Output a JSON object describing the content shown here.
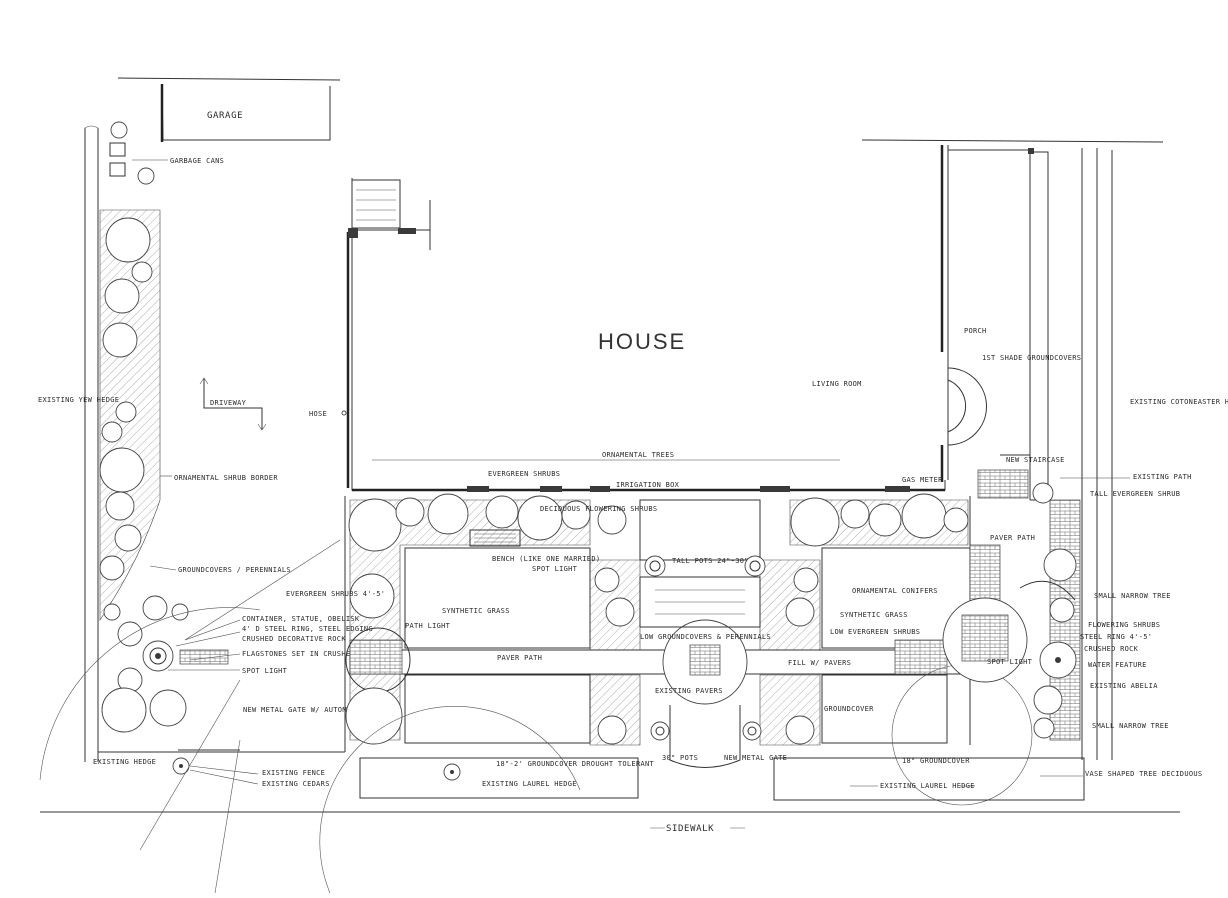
{
  "labels": {
    "garage": "GARAGE",
    "garbage_cans": "GARBAGE CANS",
    "house": "HOUSE",
    "porch": "PORCH",
    "living_room": "LIVING ROOM",
    "porch_groundcovers": "1ST SHADE GROUNDCOVERS",
    "existing_yew_hedge": "EXISTING YEW HEDGE",
    "driveway": "DRIVEWAY",
    "hose": "HOSE",
    "existing_cotoneaster_hedge": "EXISTING COTONEASTER HEDGE",
    "ornamental_trees": "ORNAMENTAL TREES",
    "evergreen_shrubs_top": "EVERGREEN SHRUBS",
    "irrigation_box": "IRRIGATION BOX",
    "gas_meter": "GAS METER",
    "new_staircase": "NEW STAIRCASE",
    "existing_path": "EXISTING PATH",
    "tall_evergreen_shrub": "TALL EVERGREEN SHRUB",
    "ornamental_shrub_border": "ORNAMENTAL SHRUB BORDER",
    "deciduous_flowering_shrubs": "DECIDUOUS FLOWERING SHRUBS",
    "paver_path": "PAVER PATH",
    "bench": "BENCH (LIKE ONE MARRIED)",
    "spot_light_top": "SPOT LIGHT",
    "tall_pots": "TALL POTS 24\"-30\"",
    "groundcovers_perennials": "GROUNDCOVERS / PERENNIALS",
    "evergreen_shrubs_side": "EVERGREEN SHRUBS 4'-5'",
    "synthetic_grass_left": "SYNTHETIC GRASS",
    "ornamental_conifers": "ORNAMENTAL CONIFERS",
    "synthetic_grass_right": "SYNTHETIC GRASS",
    "small_narrow_tree": "SMALL NARROW TREE",
    "container_statue": "CONTAINER, STATUE, OBELISK",
    "steel_ring": "4' D STEEL RING, STEEL EDGING",
    "crushed_decorative_rock": "CRUSHED DECORATIVE ROCK",
    "path_light": "PATH LIGHT",
    "low_groundcovers": "LOW GROUNDCOVERS & PERENNIALS",
    "low_evergreen_shrubs": "LOW EVERGREEN SHRUBS",
    "flowering_shrubs": "FLOWERING SHRUBS",
    "steel_ring_right": "STEEL RING 4'-5'",
    "crushed_rock": "CRUSHED ROCK",
    "flagstones": "FLAGSTONES SET IN CRUSHED ROCK",
    "spot_light_left": "SPOT LIGHT",
    "paver_path_mid": "PAVER PATH",
    "fill_pavers": "FILL W/ PAVERS",
    "spot_light_right": "SPOT LIGHT",
    "water_feature": "WATER FEATURE",
    "existing_pavers": "EXISTING PAVERS",
    "existing_abelia": "EXISTING ABELIA",
    "new_metal_gate_left": "NEW METAL GATE W/ AUTOMATIC OPENER",
    "groundcover_mid": "GROUNDCOVER",
    "small_narrow_tree_2": "SMALL NARROW TREE",
    "existing_hedge": "EXISTING HEDGE",
    "groundcover_drought": "18\"-2' GROUNDCOVER DROUGHT TOLERANT",
    "pots_30": "30\" POTS",
    "new_metal_gate_mid": "NEW METAL GATE",
    "groundcover_right": "18\" GROUNDCOVER",
    "vase_shaped_tree": "VASE SHAPED TREE DECIDUOUS",
    "existing_fence": "EXISTING FENCE",
    "existing_cedars": "EXISTING CEDARS",
    "existing_laurel_hedge_left": "EXISTING LAUREL HEDGE",
    "existing_laurel_hedge_right": "EXISTING LAUREL HEDGE",
    "sidewalk": "SIDEWALK"
  }
}
